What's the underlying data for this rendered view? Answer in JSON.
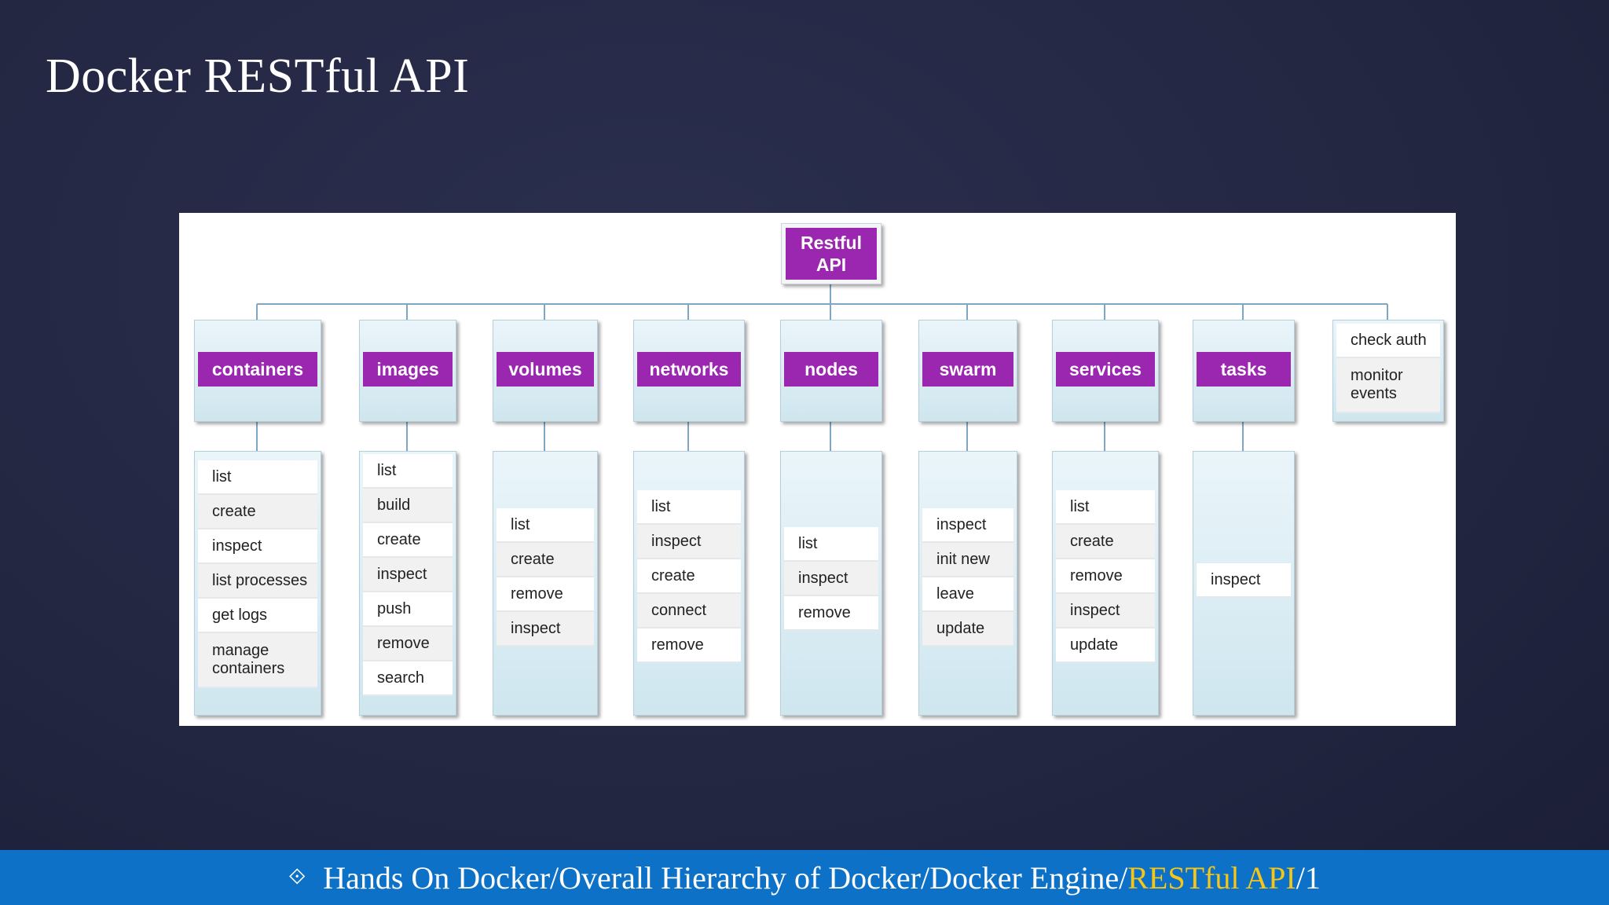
{
  "title": "Docker RESTful API",
  "root": {
    "label": "Restful API"
  },
  "categories": [
    {
      "name": "containers",
      "ops": [
        "list",
        "create",
        "inspect",
        "list processes",
        "get logs",
        "manage containers"
      ]
    },
    {
      "name": "images",
      "ops": [
        "list",
        "build",
        "create",
        "inspect",
        "push",
        "remove",
        "search"
      ]
    },
    {
      "name": "volumes",
      "ops": [
        "list",
        "create",
        "remove",
        "inspect"
      ]
    },
    {
      "name": "networks",
      "ops": [
        "list",
        "inspect",
        "create",
        "connect",
        "remove"
      ]
    },
    {
      "name": "nodes",
      "ops": [
        "list",
        "inspect",
        "remove"
      ]
    },
    {
      "name": "swarm",
      "ops": [
        "inspect",
        "init new",
        "leave",
        "update"
      ]
    },
    {
      "name": "services",
      "ops": [
        "list",
        "create",
        "remove",
        "inspect",
        "update"
      ]
    },
    {
      "name": "tasks",
      "ops": [
        "inspect"
      ]
    }
  ],
  "misc": [
    "check auth",
    "monitor events"
  ],
  "footer": {
    "bullet": "⟐",
    "path": "Hands On Docker/Overall Hierarchy of Docker/Docker Engine/",
    "highlight": "RESTful API",
    "suffix": "/1"
  },
  "colors": {
    "accent": "#9b27b0",
    "footer": "#0d72c7",
    "highlight": "#f5c518"
  }
}
